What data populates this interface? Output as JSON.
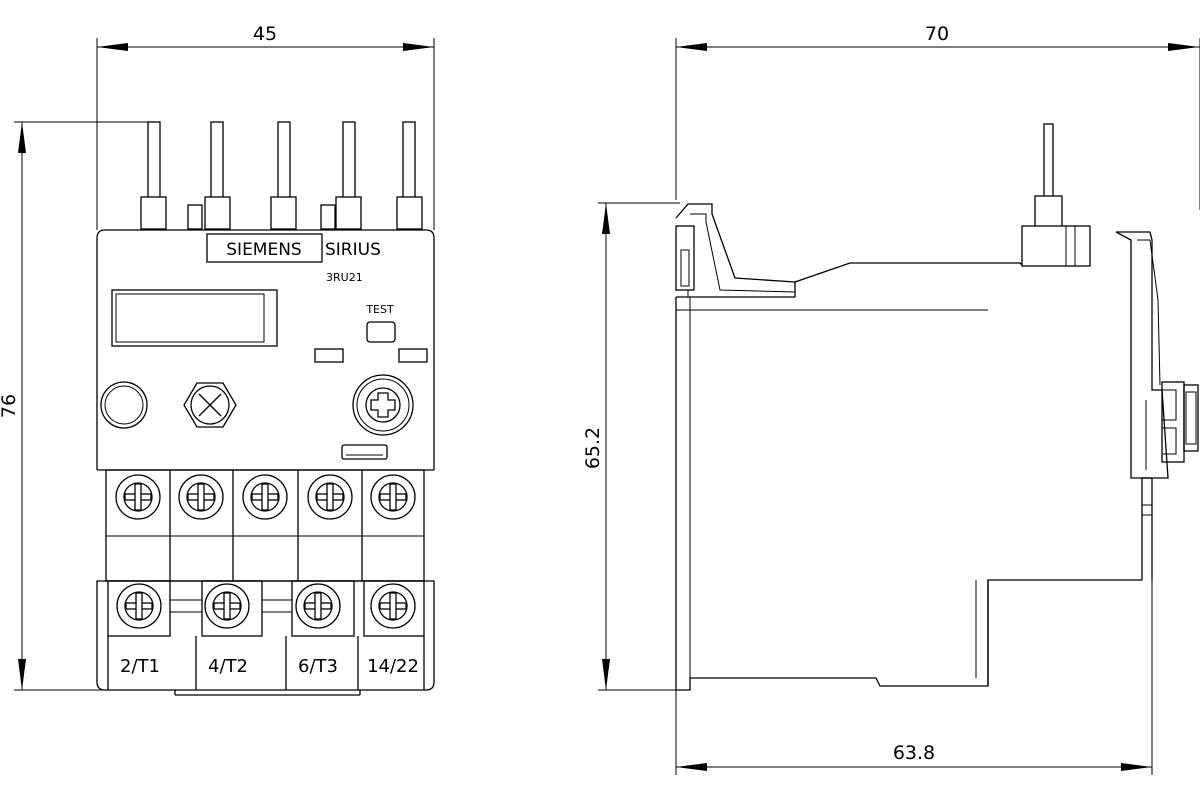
{
  "front_view": {
    "dim_width": "45",
    "dim_height": "76",
    "brand": "SIEMENS",
    "series": "SIRIUS",
    "model": "3RU21",
    "test_label": "TEST",
    "terminals": [
      "2/T1",
      "4/T2",
      "6/T3",
      "14/22"
    ]
  },
  "side_view": {
    "dim_width_top": "70",
    "dim_height": "65.2",
    "dim_width_bottom": "63.8"
  }
}
